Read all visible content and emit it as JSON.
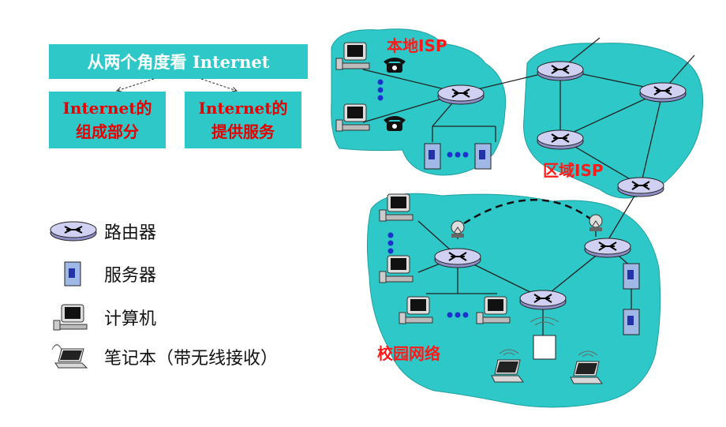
{
  "header": {
    "title": "从两个角度看 Internet",
    "left_box": {
      "line1": "Internet的",
      "line2": "组成部分"
    },
    "right_box": {
      "line1": "Internet的",
      "line2": "提供服务"
    }
  },
  "legend": {
    "router": "路由器",
    "server": "服务器",
    "computer": "计算机",
    "laptop": "笔记本（带无线接收）"
  },
  "regions": {
    "local_isp": "本地ISP",
    "regional_isp": "区域ISP",
    "campus": "校园网络"
  },
  "colors": {
    "cyan": "#2ec8c8",
    "red_text": "#e60000",
    "router_fill": "#c9c9f0"
  },
  "icons": [
    "router-icon",
    "server-icon",
    "computer-icon",
    "laptop-icon",
    "telephone-icon",
    "satellite-dish-icon"
  ]
}
